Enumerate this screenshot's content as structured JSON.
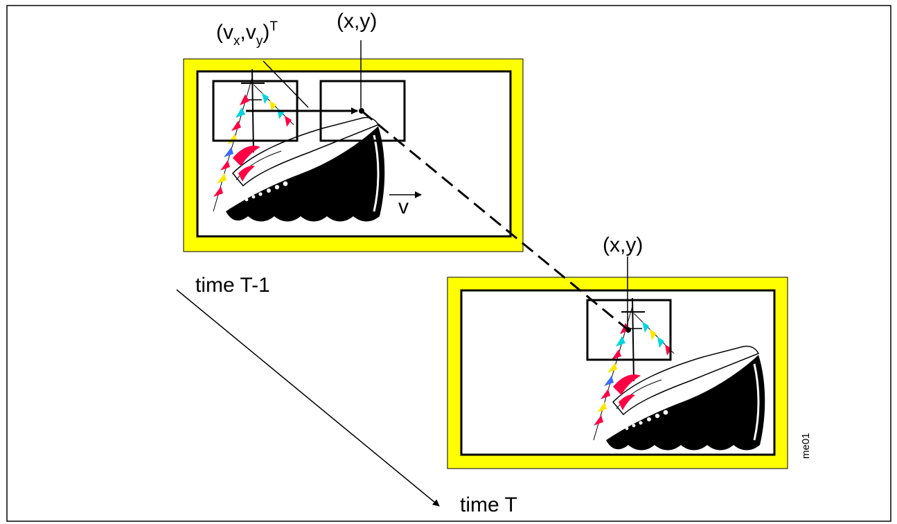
{
  "labels": {
    "velocity_vector_prefix": "(v",
    "velocity_vector_sub_x": "x",
    "velocity_vector_mid": ",v",
    "velocity_vector_sub_y": "y",
    "velocity_vector_close": ")",
    "velocity_vector_transpose": "T",
    "point_top": "(x,y)",
    "point_bottom": "(x,y)",
    "velocity_symbol": "v",
    "time_previous": "time T-1",
    "time_current": "time T",
    "figure_id": "me01"
  },
  "colors": {
    "frame_border": "#ffff00",
    "outline": "#000000",
    "flag_colors": [
      "#ff0044",
      "#00d5e0",
      "#ffe600",
      "#3b6cff"
    ]
  },
  "icons": {
    "ship": "cruise-ship-illustration",
    "arrow": "arrowhead"
  }
}
